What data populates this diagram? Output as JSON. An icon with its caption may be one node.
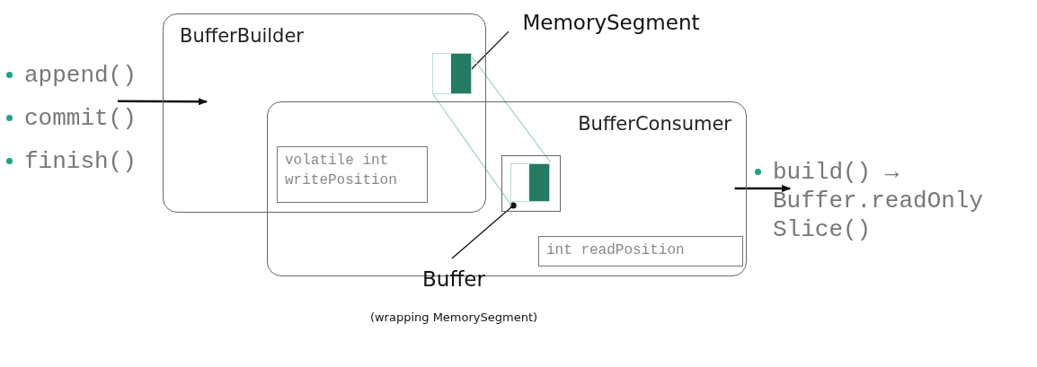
{
  "diagram": {
    "nodes": [
      {
        "text": [
          "BufferBuilder"
        ]
      },
      {
        "text": [
          "BufferConsumer"
        ]
      },
      {
        "text": [
          "volatile int writePosition"
        ]
      },
      {
        "text": [
          "int readPosition"
        ],
        "in": 1
      },
      {
        "text": [],
        "shape": "box",
        "in": 0
      },
      {
        "text": [],
        "shape": "box",
        "in": 1
      },
      {
        "text": [
          "MemorySegment"
        ]
      },
      {
        "text": [
          "Buffer"
        ],
        "beside": [
          "(wrapping MemorySegment)"
        ]
      },
      {
        "text": [
          "append()",
          "commit()",
          "finish()"
        ]
      },
      {
        "text": [
          "build() → Buffer.readOnly Slice()"
        ]
      }
    ],
    "edges": [
      {
        "from": 8,
        "to": 0,
        "arrow": "to"
      },
      {
        "from": 1,
        "to": 9,
        "arrow": "to"
      },
      {
        "from": 6,
        "to": 4,
        "arrow": "other"
      },
      {
        "from": 7,
        "to": 5,
        "arrow": "other"
      },
      {
        "from": 4,
        "to": 5,
        "arrow": "none",
        "color": "#9fd4c6"
      },
      {
        "from": 4,
        "to": 5,
        "arrow": "none",
        "color": "#9fd4c6"
      }
    ]
  }
}
